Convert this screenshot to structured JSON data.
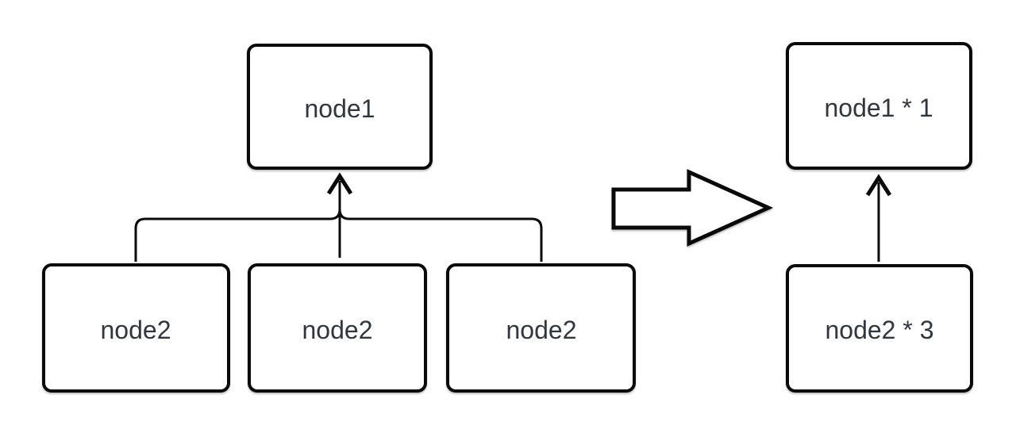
{
  "diagram": {
    "description": "Tree merge transformation: three identical child nodes under a parent are collapsed into counted nodes",
    "colors": {
      "background": "#ffffff",
      "stroke": "#0a0a0a",
      "text": "#32363e",
      "node_fill": "#ffffff"
    },
    "before": {
      "parent_label": "node1",
      "child_labels": [
        "node2",
        "node2",
        "node2"
      ]
    },
    "transform_icon": "right-block-arrow",
    "after": {
      "parent_label": "node1 * 1",
      "child_label": "node2 * 3"
    }
  }
}
